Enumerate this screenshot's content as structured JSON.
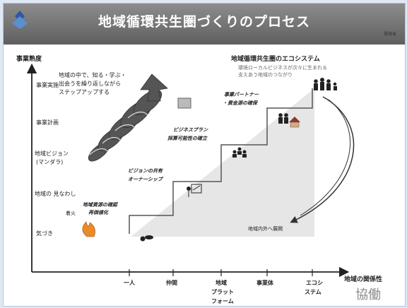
{
  "title": "地域循環共生圏づくりのプロセス",
  "logo": {
    "label": "環境省"
  },
  "y_axis": {
    "title": "事業熟度",
    "levels": [
      "事業実施",
      "事業計画",
      "地域ビジョン",
      "(マンダラ)",
      "地域の 見なわし",
      "気づき"
    ],
    "spark_label": "着火"
  },
  "x_axis": {
    "title": "地域の関係性",
    "categories": [
      "一人",
      "仲間",
      "地域",
      "プラット",
      "フォーム",
      "事業体",
      "エコシ",
      "ステム"
    ],
    "result_label": "協働"
  },
  "spiral_caption": [
    "地域の中で、知る・学ぶ・",
    "出会うを繰り返しながら",
    "ステップアップする"
  ],
  "ecosystem": {
    "title": "地域循環共生圏のエコシステム",
    "note": [
      "環境ローカルビジネスが次々に生まれる",
      "支えあう地域のつながり"
    ]
  },
  "steps": [
    [
      "地域資源の確認",
      "再価値化"
    ],
    [
      "ビジョンの共有",
      "オーナーシップ"
    ],
    [
      "ビジネスプラン",
      "採算可能性の確立"
    ],
    [
      "事業パートナー",
      "・資金源の確保"
    ]
  ],
  "expand_label": "地域内外へ展開",
  "colors": {
    "title_bar": "#707070",
    "spiral": "#5a5a5a",
    "triangle": "#e6e6e6",
    "fire": "#e88b2a"
  }
}
